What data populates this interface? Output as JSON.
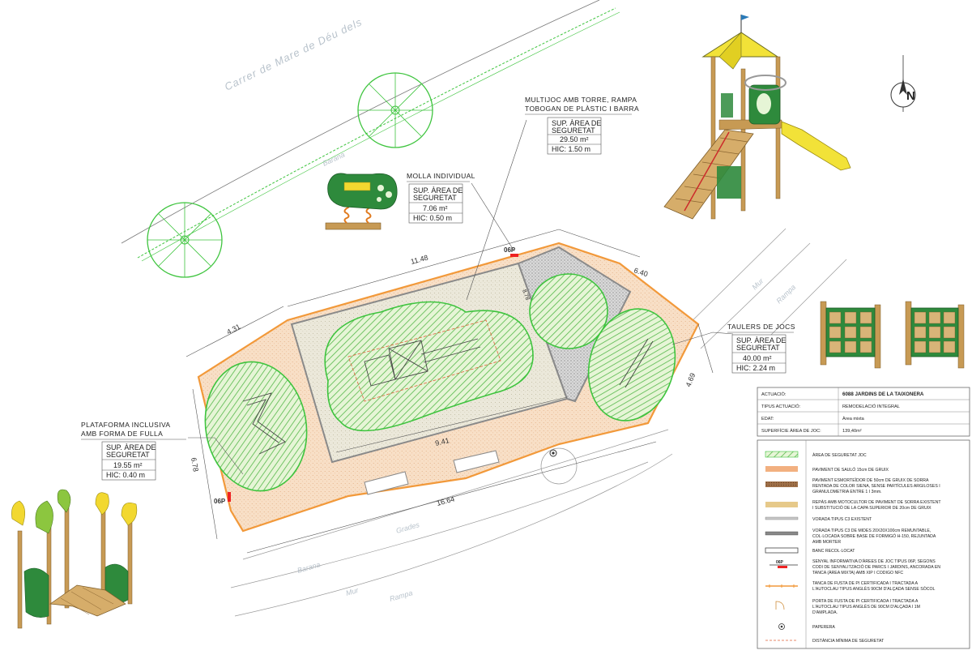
{
  "streets": {
    "top_street": "Carrer de Mare de Déu dels",
    "barana_top": "Barana",
    "mur_right": "Mur",
    "rampa_right": "Rampa",
    "grades": "Grades",
    "barana_bottom": "Barana",
    "mur_bottom": "Mur",
    "rampa_bottom": "Rampa"
  },
  "dimensions": {
    "top": "11.48",
    "top_right": "6.40",
    "left_top": "4.31",
    "right": "4.69",
    "left": "6.78",
    "inner": "9.41",
    "bottom": "16.64",
    "inner_side": "8.78"
  },
  "signs": {
    "sign_top": "06P",
    "sign_left": "06P"
  },
  "north": "N",
  "callouts": {
    "multijoc": {
      "title_line1": "MULTIJOC AMB TORRE, RAMPA",
      "title_line2": "TOBOGAN DE PLÀSTIC I BARRA",
      "area_line1": "SUP. ÀREA DE",
      "area_line2": "SEGURETAT",
      "area_value": "29.50 m²",
      "hic": "HIC:  1.50 m"
    },
    "molla": {
      "title_line1": "MOLLA INDIVIDUAL",
      "area_line1": "SUP. ÀREA DE",
      "area_line2": "SEGURETAT",
      "area_value": "7.06 m²",
      "hic": "HIC:  0.50 m"
    },
    "taulers": {
      "title_line1": "TAULERS DE JOCS",
      "area_line1": "SUP. ÀREA DE",
      "area_line2": "SEGURETAT",
      "area_value": "40.00 m²",
      "hic": "HIC:  2.24 m"
    },
    "plataforma": {
      "title_line1": "PLATAFORMA INCLUSIVA",
      "title_line2": "AMB FORMA DE FULLA",
      "area_line1": "SUP. ÀREA DE",
      "area_line2": "SEGURETAT",
      "area_value": "19.55 m²",
      "hic": "HIC:  0.40 m"
    }
  },
  "info_table": {
    "rows": [
      {
        "label": "ACTUACIÓ:",
        "value": "6088 JARDINS DE LA TAIXONERA"
      },
      {
        "label": "TIPUS ACTUACIÓ:",
        "value": "REMODELACIÓ INTEGRAL"
      },
      {
        "label": "EDAT:",
        "value": "Àrea mixta"
      },
      {
        "label": "SUPERFÍCIE ÀREA DE JOC:",
        "value": "139,40m²"
      }
    ]
  },
  "legend": {
    "items": [
      {
        "line1": "ÀREA DE SEGURETAT JOC",
        "line2": "",
        "line3": ""
      },
      {
        "line1": "PAVIMENT DE SAULÓ 15cm DE GRUIX",
        "line2": "",
        "line3": ""
      },
      {
        "line1": "PAVIMENT ESMORTEÏDOR DE 50cm DE GRUIX DE SORRA",
        "line2": "RENTADA DE COLOR SIENA, SENSE PARTÍCULES ARGILOSES I",
        "line3": "GRANULOMETRIA ENTRE 1 I 3mm."
      },
      {
        "line1": "REPÀS AMB MOTOCULTOR DE PAVIMENT DE SORRA EXISTENT",
        "line2": "I SUBSTITUCIÓ DE LA CAPA SUPERIOR DE 20cm DE GRUIX",
        "line3": ""
      },
      {
        "line1": "VORADA TIPUS C3 EXISTENT",
        "line2": "",
        "line3": ""
      },
      {
        "line1": "VORADA TIPUS C3 DE MIDES 20X20X100cm REMUNTABLE,",
        "line2": "COL·LOCADA SOBRE BASE DE FORMIGÓ H-150, REJUNTADA",
        "line3": "AMB MORTER"
      },
      {
        "line1": "BANC RECOL·LOCAT",
        "line2": "",
        "line3": ""
      },
      {
        "line1": "SENYAL INFORMATIVA D'ÀREES DE JOC TIPUS 06P, SEGONS",
        "line2": "CODI DE SENYALITZACIÓ DE PARCS I JARDINS, ANCORADA EN",
        "line3": "TANCA (ÀREA MIXTA) AMB XIP I CODIGO NFC"
      },
      {
        "line1": "TANCA DE FUSTA DE PI CERTIFICADA I TRACTADA A",
        "line2": "L'AUTOCLAU TIPUS ANGLÈS 90CM D'ALÇADA SENSE SÒCOL",
        "line3": ""
      },
      {
        "line1": "PORTA DE FUSTA DE PI CERTIFICADA I TRACTADA A",
        "line2": "L'AUTOCLAU TIPUS ANGLÈS DE 90CM D'ALÇADA I 1M",
        "line3": "D'AMPLADA."
      },
      {
        "line1": "PAPERERA",
        "line2": "",
        "line3": ""
      },
      {
        "line1": "DISTÀNCIA MÍNIMA DE SEGURETAT",
        "line2": "",
        "line3": ""
      }
    ],
    "sign_label": "06P"
  },
  "colors": {
    "fence": "#f2993a",
    "safety_green": "#3ec43e",
    "saulo": "#f7dcc0",
    "sand": "#e6e2d2",
    "gravel": "#cfcfcf",
    "tree_green": "#3ec43e",
    "roof_yellow": "#f2e238",
    "wood": "#c79a54",
    "panel_green": "#2e8a3c"
  }
}
